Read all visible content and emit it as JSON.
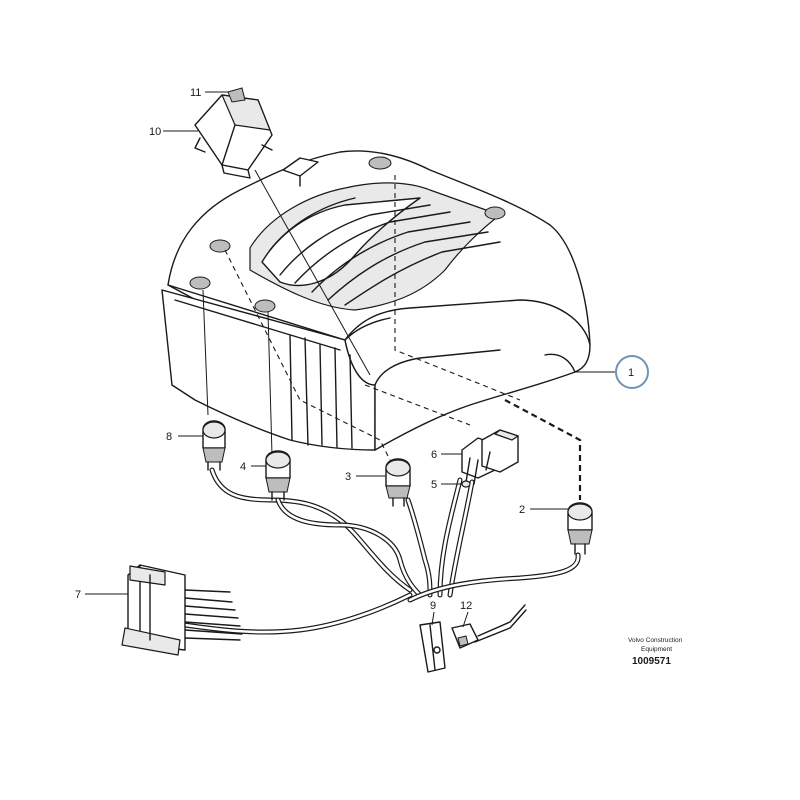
{
  "callouts": {
    "c1": "1",
    "c2": "2",
    "c3": "3",
    "c4": "4",
    "c5": "5",
    "c6": "6",
    "c7": "7",
    "c8": "8",
    "c9": "9",
    "c10": "10",
    "c11": "11",
    "c12": "12"
  },
  "footer": {
    "line1": "Volvo Construction",
    "line2": "Equipment",
    "code": "1009571"
  },
  "colors": {
    "highlight_circle": "#6f93b6",
    "ink": "#1a1a1a"
  }
}
